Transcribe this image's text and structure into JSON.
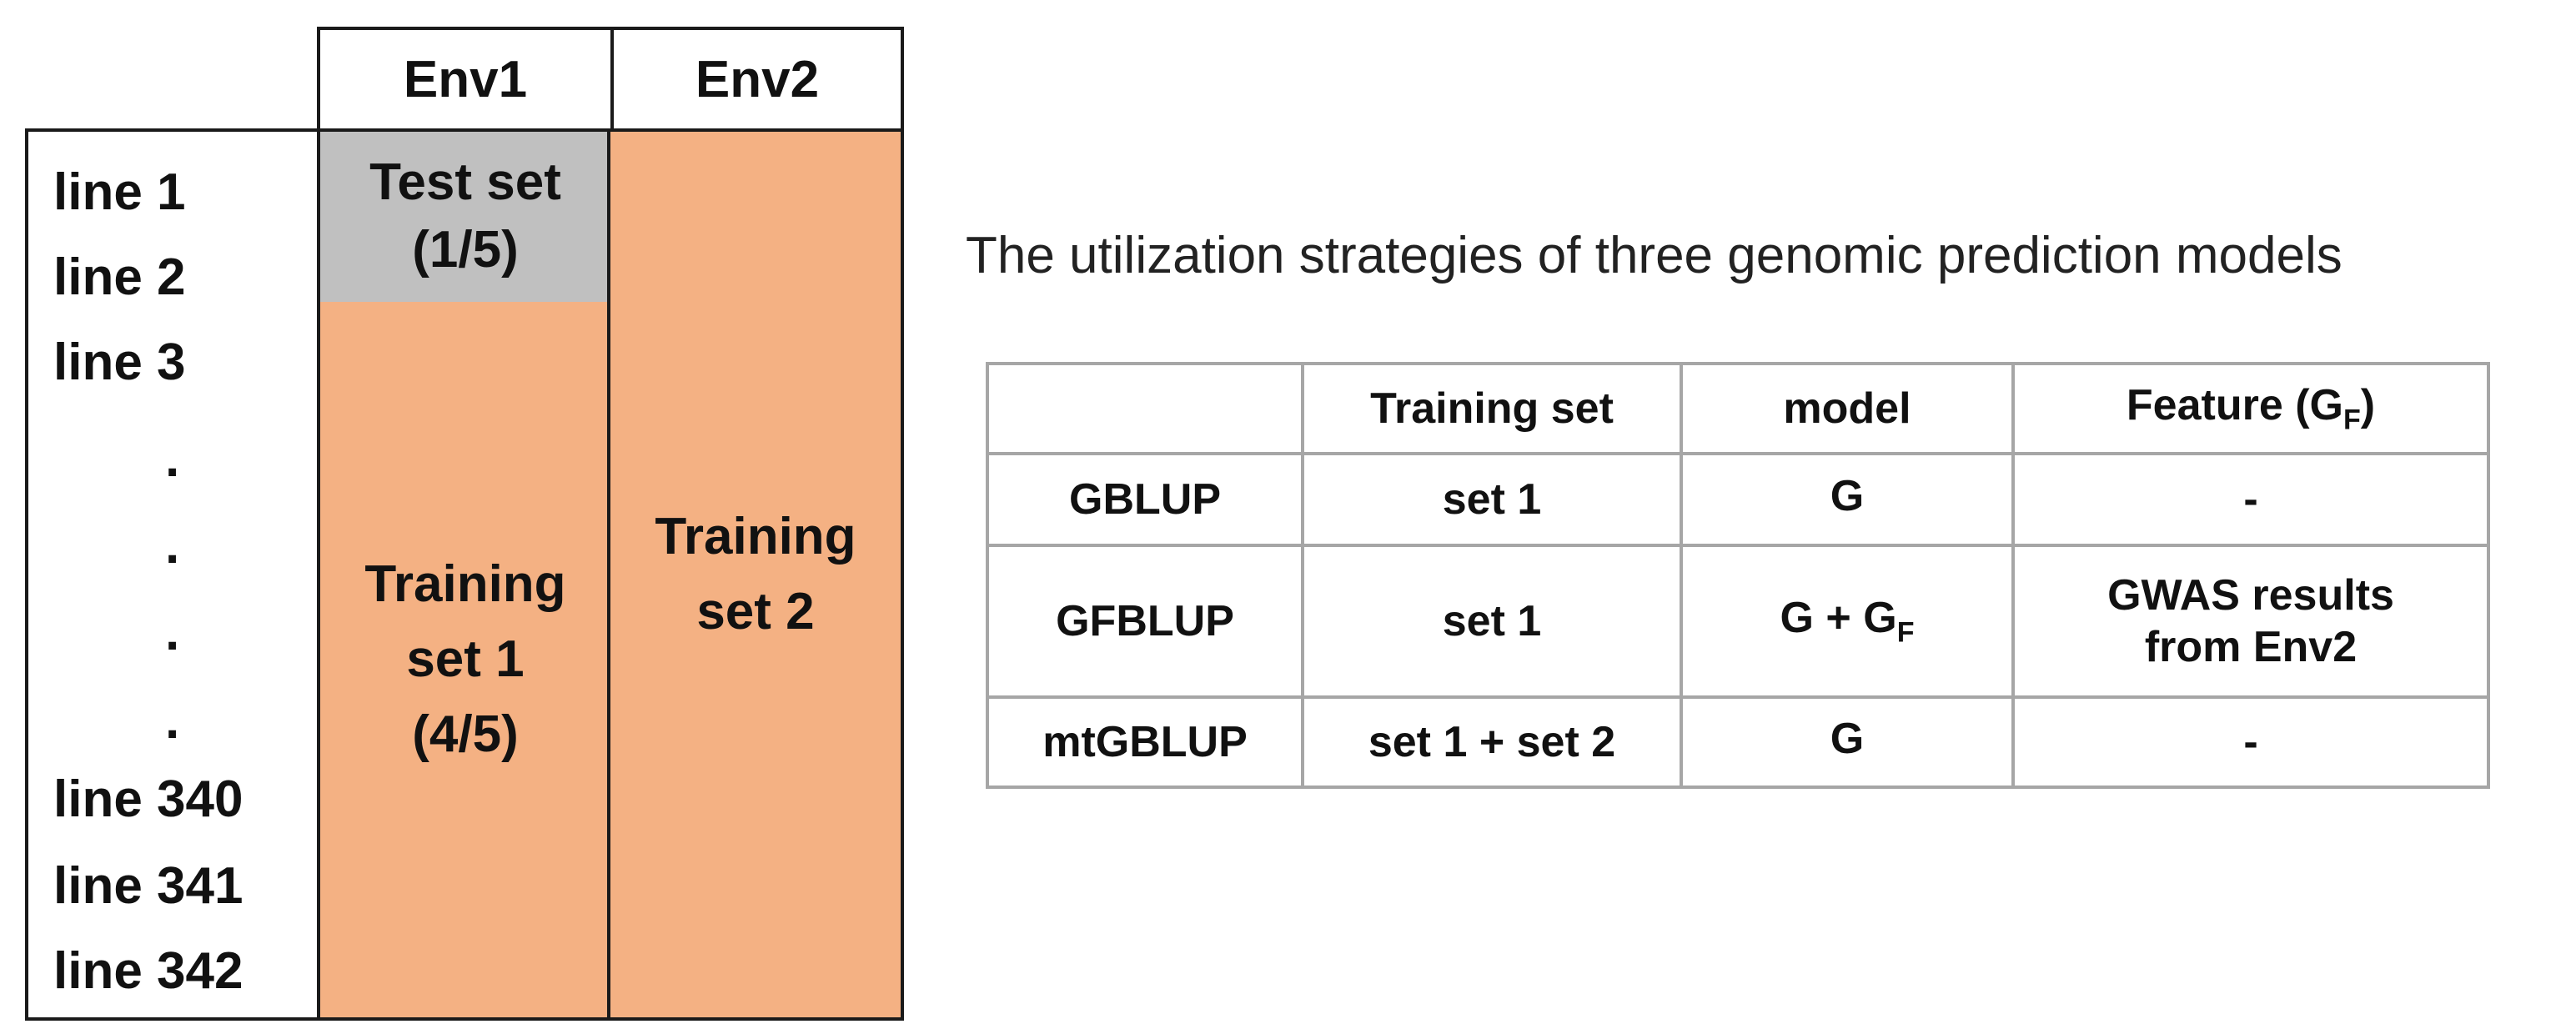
{
  "diagram": {
    "env_headers": [
      "Env1",
      "Env2"
    ],
    "test_set": {
      "label": "Test set",
      "fraction": "(1/5)"
    },
    "training_set_1": {
      "line1": "Training",
      "line2": "set 1",
      "fraction": "(4/5)"
    },
    "training_set_2": {
      "line1": "Training",
      "line2": "set 2"
    },
    "line_labels_top": [
      "line 1",
      "line 2",
      "line 3"
    ],
    "dots": [
      ".",
      ".",
      ".",
      "."
    ],
    "line_labels_bottom": [
      "line 340",
      "line 341",
      "line 342"
    ],
    "colors": {
      "test": "#c0c0c0",
      "training": "#f4b183",
      "border": "#1a1a1a"
    }
  },
  "caption": "The utilization strategies of three genomic prediction models",
  "table": {
    "headers": {
      "model_name": "",
      "training_set": "Training set",
      "model": "model",
      "feature": "Feature (G",
      "feature_sub": "F",
      "feature_close": ")"
    },
    "rows": [
      {
        "name": "GBLUP",
        "training_set": "set 1",
        "model": "G",
        "model_sub": "",
        "feature_line1": "-",
        "feature_line2": ""
      },
      {
        "name": "GFBLUP",
        "training_set": "set 1",
        "model": "G + G",
        "model_sub": "F",
        "feature_line1": "GWAS results",
        "feature_line2": "from Env2"
      },
      {
        "name": "mtGBLUP",
        "training_set": "set 1 + set 2",
        "model": "G",
        "model_sub": "",
        "feature_line1": "-",
        "feature_line2": ""
      }
    ],
    "border_color": "#a6a6a6"
  }
}
